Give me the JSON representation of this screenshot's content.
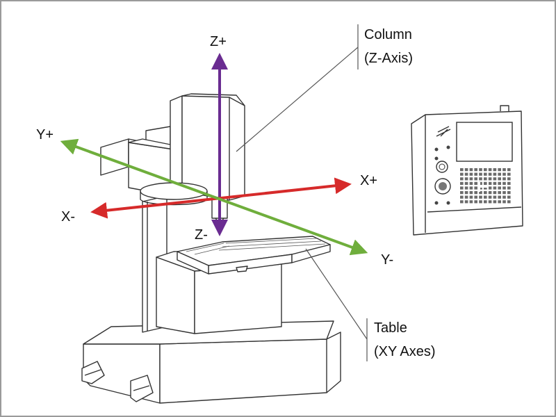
{
  "labels": {
    "z_plus": "Z+",
    "z_minus": "Z-",
    "x_plus": "X+",
    "x_minus": "X-",
    "y_plus": "Y+",
    "y_minus": "Y-",
    "column_line1": "Column",
    "column_line2": "(Z-Axis)",
    "table_line1": "Table",
    "table_line2": "(XY Axes)"
  },
  "colors": {
    "z_axis": "#6a2c91",
    "x_axis": "#d62a2a",
    "y_axis": "#6fae3c",
    "outline": "#333333",
    "frame": "#9a9a9a"
  },
  "icons": {
    "pendant_logo": "haas-logo-icon"
  }
}
